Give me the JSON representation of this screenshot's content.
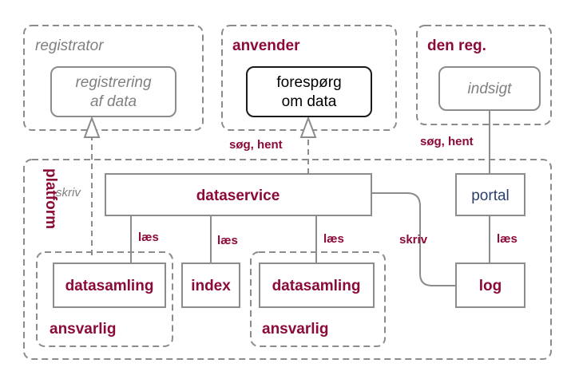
{
  "colors": {
    "accent": "#8b0a3a",
    "gray_text": "#808080",
    "stroke": "#8c8c8c",
    "black": "#000000",
    "portal_blue": "#2a3f6b"
  },
  "groups": {
    "registrator": {
      "title": "registrator",
      "box_line1": "registrering",
      "box_line2": "af data"
    },
    "anvender": {
      "title": "anvender",
      "box_line1": "forespørg",
      "box_line2": "om data"
    },
    "den_reg": {
      "title": "den reg.",
      "box_label": "indsigt"
    },
    "platform": {
      "title": "platform"
    }
  },
  "nodes": {
    "dataservice": "dataservice",
    "portal": "portal",
    "log": "log",
    "index": "index",
    "datasamling_left": "datasamling",
    "datasamling_right": "datasamling",
    "ansvarlig_left": "ansvarlig",
    "ansvarlig_right": "ansvarlig"
  },
  "edge_labels": {
    "skriv_registrator": "skriv",
    "soeg_hent_anvender": "søg, hent",
    "soeg_hent_den_reg": "søg, hent",
    "laes_left": "læs",
    "laes_index": "læs",
    "laes_right": "læs",
    "skriv_log": "skriv",
    "laes_portal": "læs"
  }
}
